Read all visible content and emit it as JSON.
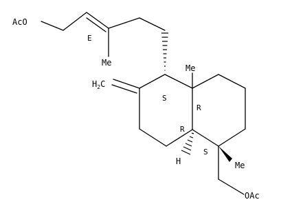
{
  "molecule": {
    "groups": {
      "oac_top": "AcO",
      "oac_bottom": "OAc",
      "methylene_h": "H",
      "methylene_sub": "2",
      "methylene_c": "C",
      "methyl_chain": "Me",
      "methyl_junction": "Me",
      "methyl_bottom": "Me",
      "hydrogen_junction": "H"
    },
    "stereo_descriptors": {
      "double_bond": "E",
      "c1": "S",
      "c_junction_top": "R",
      "c_junction_bottom": "R",
      "c_quaternary": "S"
    }
  }
}
